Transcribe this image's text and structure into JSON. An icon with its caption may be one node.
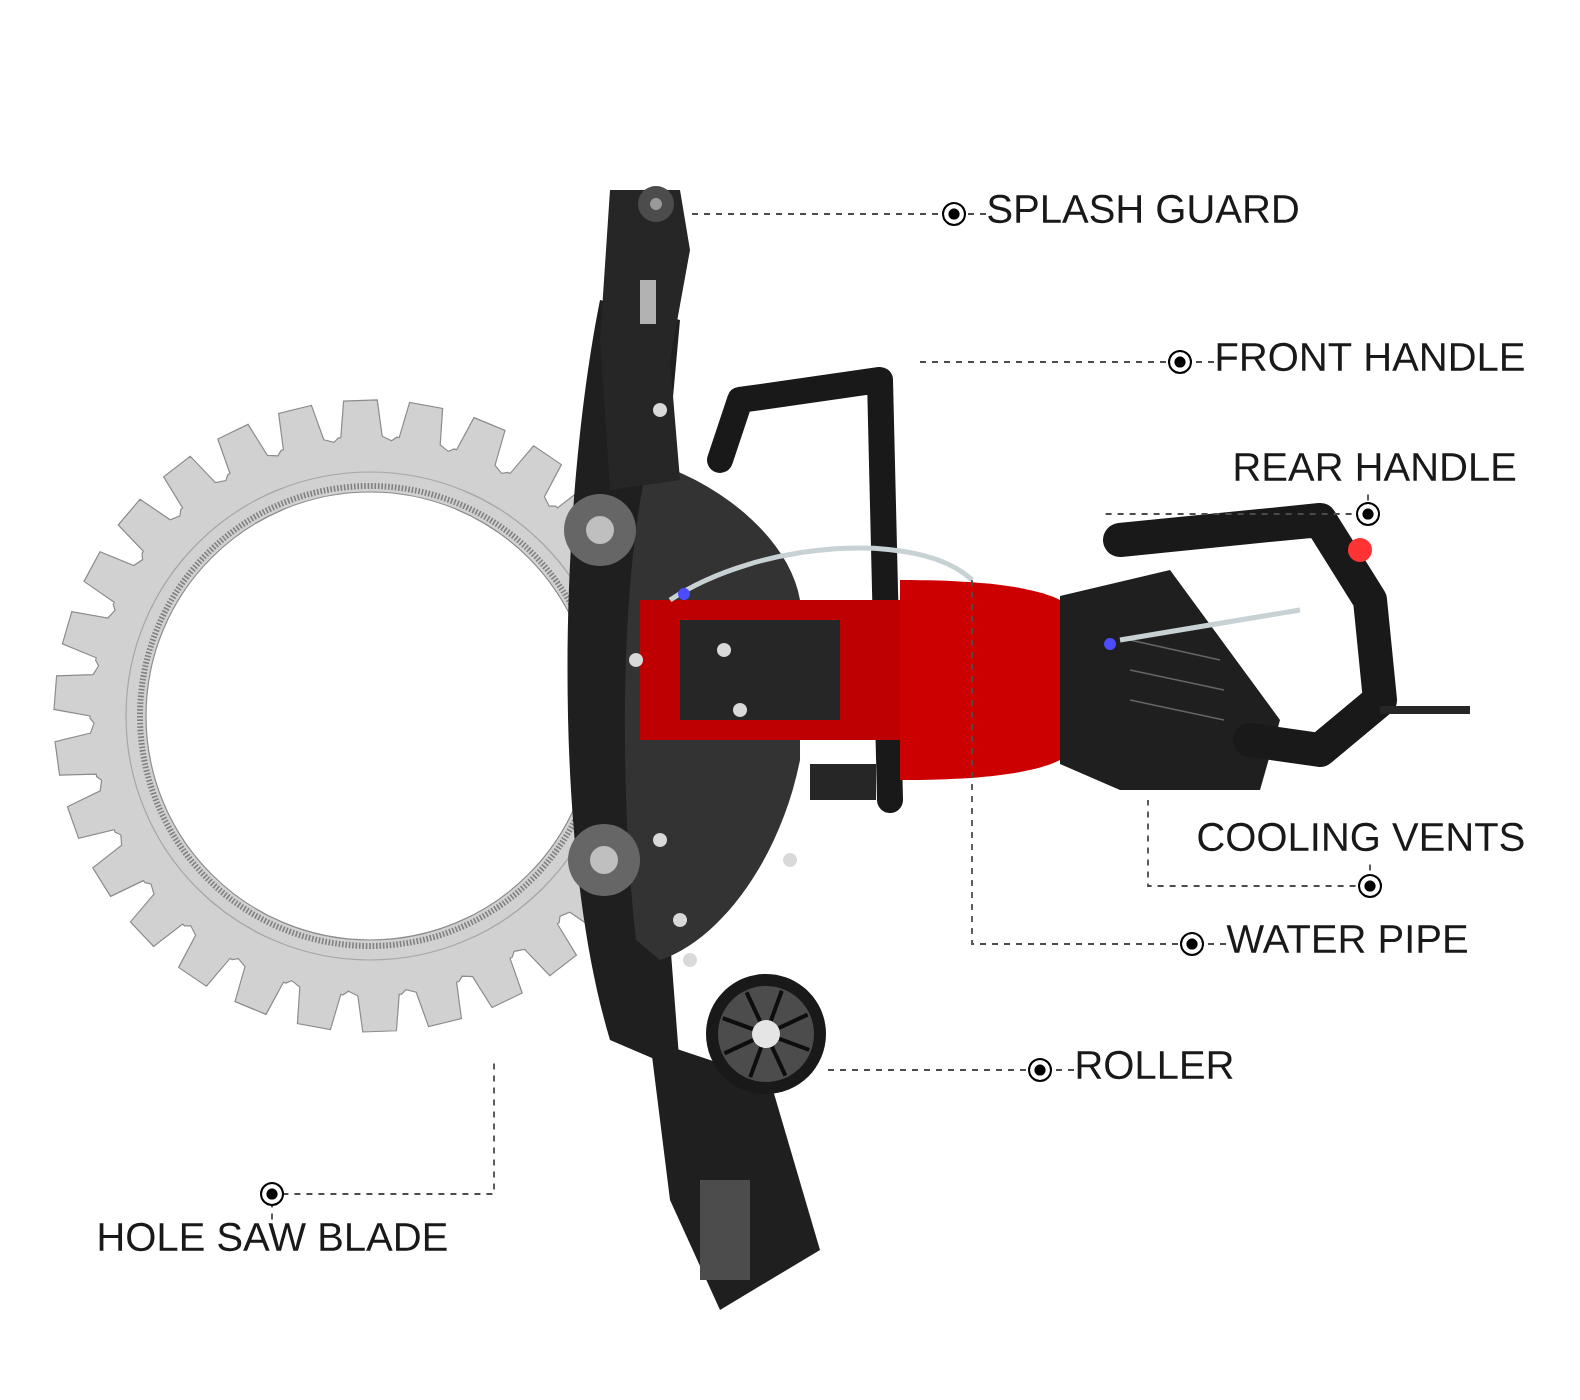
{
  "diagram": {
    "nodes": [
      {
        "text": [
          "SPLASH GUARD"
        ]
      },
      {
        "text": [
          "FRONT HANDLE"
        ]
      },
      {
        "text": [
          "REAR HANDLE"
        ]
      },
      {
        "text": [
          "COOLING VENTS"
        ]
      },
      {
        "text": [
          "WATER PIPE"
        ]
      },
      {
        "text": [
          "ROLLER"
        ]
      },
      {
        "text": [
          "HOLE SAW BLADE"
        ]
      }
    ],
    "edges": [
      {
        "from": 0,
        "to": null,
        "arrow": "none"
      },
      {
        "from": 1,
        "to": null,
        "arrow": "none"
      },
      {
        "from": 2,
        "to": null,
        "arrow": "none"
      },
      {
        "from": 3,
        "to": null,
        "arrow": "none"
      },
      {
        "from": 4,
        "to": null,
        "arrow": "none"
      },
      {
        "from": 5,
        "to": null,
        "arrow": "none"
      },
      {
        "from": 6,
        "to": null,
        "arrow": "none"
      }
    ]
  }
}
